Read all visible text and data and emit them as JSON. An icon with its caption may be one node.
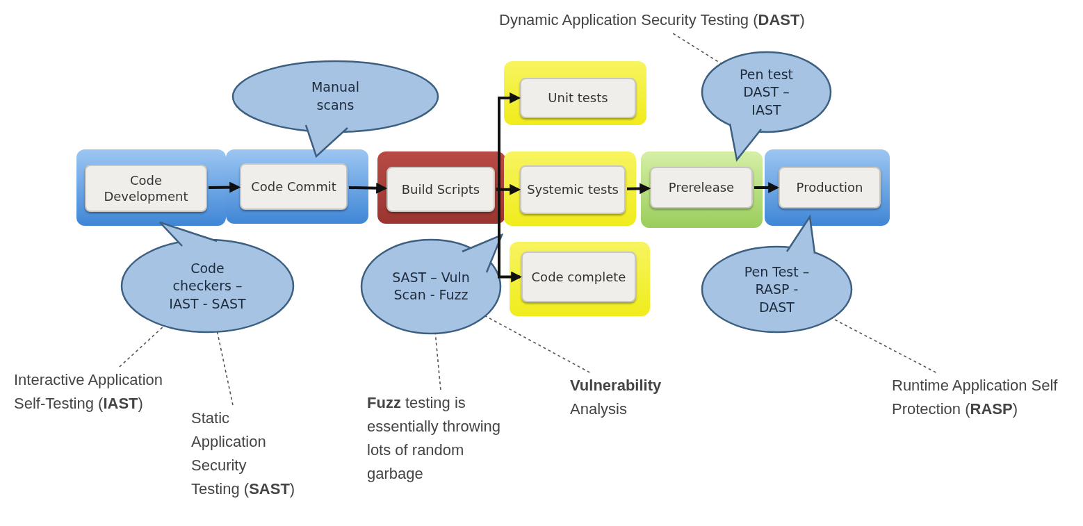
{
  "diagram": {
    "nodes": [
      {
        "text": [
          "Code Development"
        ]
      },
      {
        "text": [
          "Code Commit"
        ]
      },
      {
        "text": [
          "Build Scripts"
        ]
      },
      {
        "text": [
          "Unit tests"
        ]
      },
      {
        "text": [
          "Systemic tests"
        ]
      },
      {
        "text": [
          "Code complete"
        ]
      },
      {
        "text": [
          "Prerelease"
        ]
      },
      {
        "text": [
          "Production"
        ]
      },
      {
        "text": [
          "Manual scans"
        ]
      },
      {
        "text": [
          "Code checkers – IAST - SAST"
        ]
      },
      {
        "text": [
          "SAST – Vuln Scan - Fuzz"
        ]
      },
      {
        "text": [
          "Pen test DAST – IAST"
        ]
      },
      {
        "text": [
          "Pen Test – RASP - DAST"
        ]
      },
      {
        "text": [
          "Dynamic Application Security Testing (**DAST**)"
        ]
      },
      {
        "text": [
          "Interactive Application Self-Testing (**IAST**)"
        ]
      },
      {
        "text": [
          "Static Application Security Testing (**SAST**)"
        ]
      },
      {
        "text": [
          "**Fuzz** testing is essentially throwing lots of random garbage"
        ]
      },
      {
        "text": [
          "**Vulnerability** Analysis"
        ]
      },
      {
        "text": [
          "Runtime Application Self Protection (**RASP**)"
        ]
      }
    ],
    "edges": [
      {
        "from": 0,
        "to": 1,
        "arrow": "to"
      },
      {
        "from": 1,
        "to": 2,
        "arrow": "to"
      },
      {
        "from": 2,
        "to": 3,
        "arrow": "to"
      },
      {
        "from": 2,
        "to": 4,
        "arrow": "to"
      },
      {
        "from": 2,
        "to": 5,
        "arrow": "to"
      },
      {
        "from": 4,
        "to": 6,
        "arrow": "to"
      },
      {
        "from": 6,
        "to": 7,
        "arrow": "to"
      },
      {
        "from": 13,
        "to": 11,
        "arrow": "none",
        "style": "dashed"
      },
      {
        "from": 14,
        "to": 9,
        "arrow": "none",
        "style": "dashed"
      },
      {
        "from": 15,
        "to": 9,
        "arrow": "none",
        "style": "dashed"
      },
      {
        "from": 16,
        "to": 10,
        "arrow": "none",
        "style": "dashed"
      },
      {
        "from": 17,
        "to": 10,
        "arrow": "none",
        "style": "dashed"
      },
      {
        "from": 18,
        "to": 12,
        "arrow": "none",
        "style": "dashed"
      }
    ]
  }
}
